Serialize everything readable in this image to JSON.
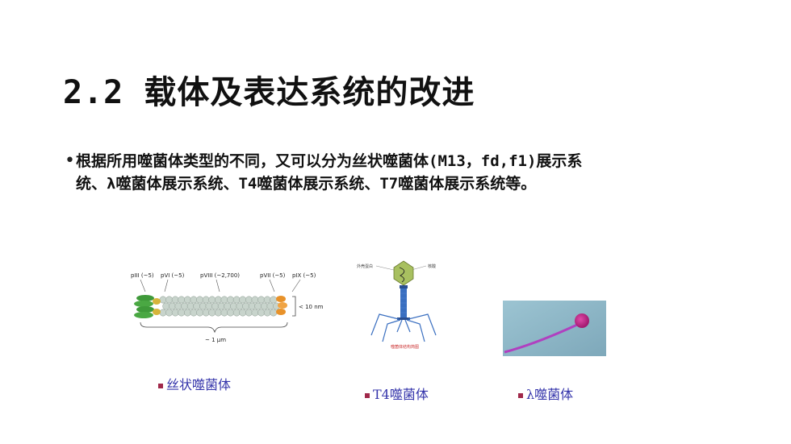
{
  "title": "2.2 载体及表达系统的改进",
  "bullet": {
    "line1": "根据所用噬菌体类型的不同，又可以分为丝状噬菌体(M13，fd,f1)展示系",
    "line2": "统、λ噬菌体展示系统、T4噬菌体展示系统、T7噬菌体展示系统等。"
  },
  "figures": {
    "filamentous": {
      "labels": [
        "pIII (~5)",
        "pVI (~5)",
        "pVIII (~2,700)",
        "pVII (~5)",
        "pIX (~5)"
      ],
      "width_label": "< 10 nm",
      "length_label": "~ 1 μm",
      "caption": "丝状噬菌体"
    },
    "t4": {
      "label_left": "外壳蛋白",
      "label_right": "核酸",
      "bottom_label": "噬菌体结构简图",
      "caption": "T4噬菌体"
    },
    "lambda": {
      "caption": "λ噬菌体"
    }
  },
  "colors": {
    "caption_text": "#3333aa",
    "caption_marker": "#a0284a",
    "phage_green": "#3f9a3a",
    "phage_orange": "#e8922a",
    "t4_blue": "#3a6fc0",
    "lambda_magenta": "#c0208a",
    "lambda_bg": "#8fb8c8"
  }
}
